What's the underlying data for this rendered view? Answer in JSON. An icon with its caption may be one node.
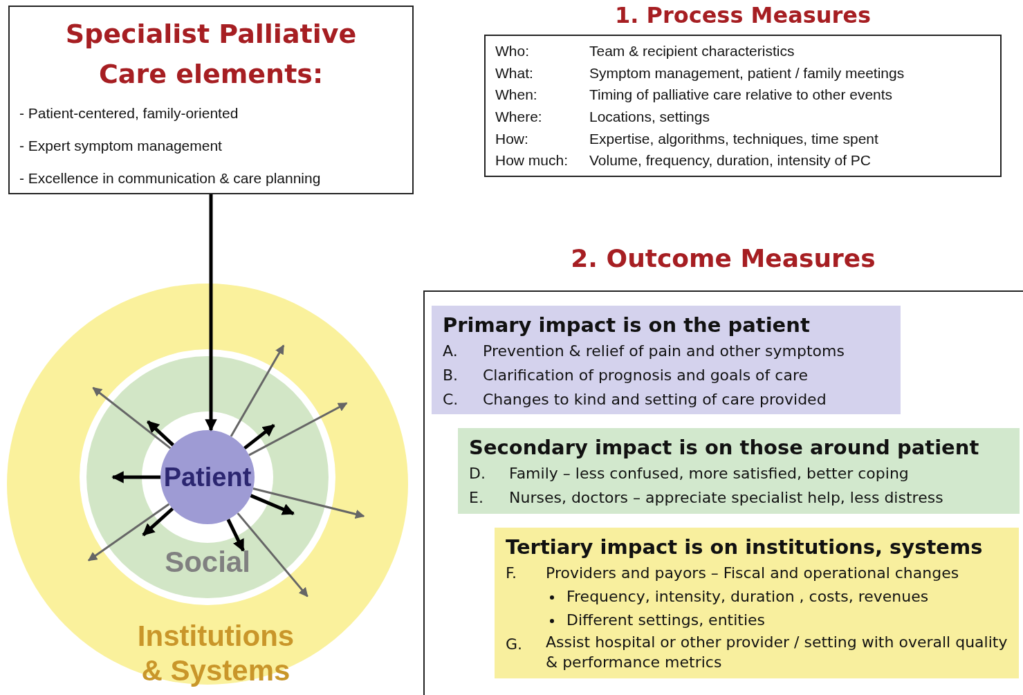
{
  "diagram": {
    "nodes": [
      {
        "text": [
          "Specialist Palliative Care elements:",
          "- Patient-centered, family-oriented",
          "- Expert symptom management",
          "- Excellence in communication & care planning"
        ]
      },
      {
        "text": [
          "1. Process Measures",
          "Who:",
          "Team & recipient characteristics",
          "What:",
          "Symptom management, patient / family meetings",
          "When:",
          "Timing of palliative care relative to other events",
          "Where:",
          "Locations, settings",
          "How:",
          "Expertise, algorithms, techniques, time spent",
          "How much:",
          "Volume, frequency, duration, intensity of PC"
        ]
      },
      {
        "text": [
          "2. Outcome Measures"
        ]
      },
      {
        "text": [
          "Primary impact is on the patient",
          "A.",
          "Prevention & relief of pain and other symptoms",
          "B.",
          "Clarification of prognosis and goals of care",
          "C.",
          "Changes to kind and setting of care provided"
        ],
        "in": 2
      },
      {
        "text": [
          "Secondary impact is on those around patient",
          "D.",
          "Family – less confused, more satisfied, better coping",
          "E.",
          "Nurses, doctors – appreciate specialist help, less distress"
        ],
        "in": 2
      },
      {
        "text": [
          "Tertiary impact is on institutions, systems",
          "F.",
          "Providers and payors – Fiscal and operational changes",
          "Frequency, intensity, duration , costs, revenues",
          "Different settings, entities",
          "G.",
          "Assist hospital or other provider / setting with overall quality & performance metrics"
        ],
        "in": 2
      },
      {
        "text": [
          "Institutions & Systems"
        ]
      },
      {
        "text": [
          "Social"
        ],
        "in": 6
      },
      {
        "text": [
          "Patient"
        ],
        "in": 7
      }
    ],
    "edges": [
      {
        "from": 0,
        "to": 8,
        "arrow": "to"
      },
      {
        "from": 8,
        "to": null,
        "arrow": "to"
      },
      {
        "from": 8,
        "to": null,
        "arrow": "to"
      },
      {
        "from": 8,
        "to": null,
        "arrow": "to"
      },
      {
        "from": 8,
        "to": null,
        "arrow": "to"
      },
      {
        "from": 8,
        "to": null,
        "arrow": "to"
      },
      {
        "from": 8,
        "to": null,
        "arrow": "to"
      },
      {
        "from": 8,
        "to": null,
        "arrow": "to",
        "color": "#666666"
      },
      {
        "from": 8,
        "to": null,
        "arrow": "to",
        "color": "#666666"
      },
      {
        "from": 8,
        "to": null,
        "arrow": "to",
        "color": "#666666"
      },
      {
        "from": 8,
        "to": null,
        "arrow": "to",
        "color": "#666666"
      },
      {
        "from": 8,
        "to": null,
        "arrow": "to",
        "color": "#666666"
      },
      {
        "from": 8,
        "to": null,
        "arrow": "to",
        "color": "#666666"
      }
    ]
  }
}
